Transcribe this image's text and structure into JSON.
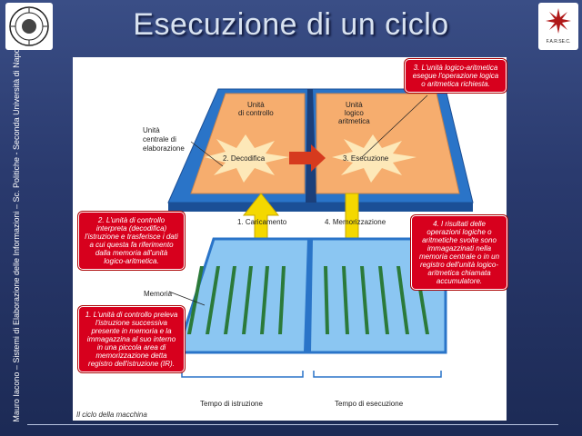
{
  "slide": {
    "title": "Esecuzione di un ciclo",
    "side_text": "Mauro Iacono – Sistemi di Elaborazione delle Informazioni – Sc. Politiche - Seconda Università di Napoli",
    "left_logo": "university-seal",
    "right_logo_text": "F.A.R.SE.C."
  },
  "figure": {
    "caption": "Il ciclo della macchina",
    "labels": {
      "control_unit": "Unità\ndi controllo",
      "alu": "Unità\nlogico\naritmetica",
      "cpu": "Unità\ncentrale di\nelaborazione",
      "decode": "2. Decodifica",
      "execute": "3. Esecuzione",
      "fetch": "1. Caricamento",
      "store": "4. Memorizzazione",
      "memory": "Memoria",
      "instruction_time": "Tempo di istruzione",
      "execution_time": "Tempo di esecuzione"
    },
    "callouts": {
      "c3": "3. L'unità logico-aritmetica esegue l'operazione logica o aritmetica richiesta.",
      "c2": "2. L'unità di controllo interpreta (decodifica) l'istruzione e trasferisce i dati a cui questa fa riferimento dalla memoria all'unità logico-aritmetica.",
      "c4": "4. I risultati delle operazioni logiche o aritmetiche svolte sono immagazzinati nella memoria centrale o in un registro dell'unità logico-aritmetica chiamata accumulatore.",
      "c1": "1. L'unità di controllo preleva l'istruzione successiva presente in memoria e la immagazzina al suo interno in una piccola area di memorizzazione detta registro dell'istruzione (IR)."
    }
  },
  "colors": {
    "background": "#2a3a6e",
    "callout": "#d7001d",
    "platform": "#2a74c8",
    "unit": "#f4a460",
    "arrow": "#f4d800",
    "red_arrow": "#d63a1e"
  }
}
